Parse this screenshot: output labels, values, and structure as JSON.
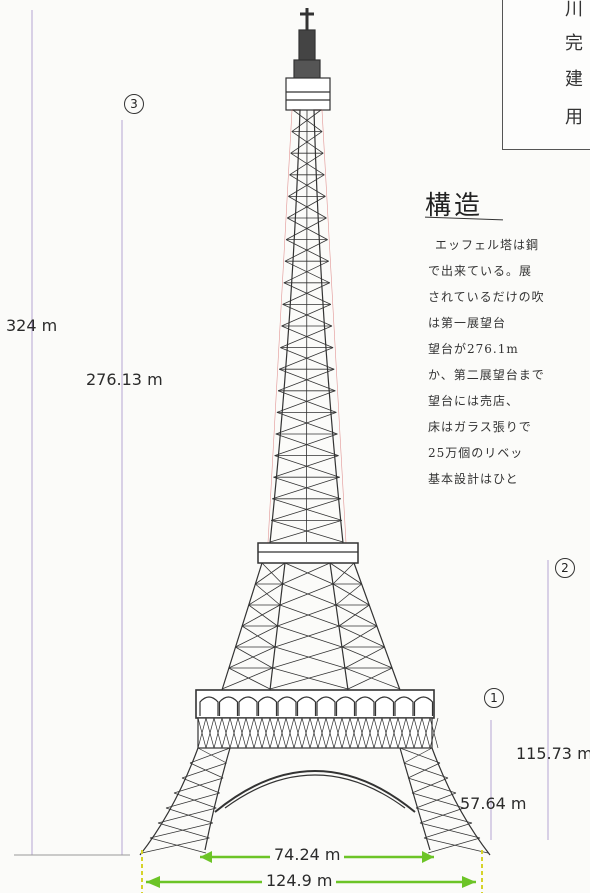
{
  "info_box": {
    "lines": [
      "川",
      "完",
      "建",
      "用"
    ]
  },
  "section": {
    "title": "構造",
    "body": [
      "エッフェル塔は鋼",
      "で出来ている。展",
      "されているだけの吹",
      "は第一展望台",
      "望台が276.1m",
      "か、第二展望台まで",
      "望台には売店、",
      "床はガラス張りで",
      "25万個のリベッ",
      "基本設計はひと"
    ]
  },
  "markers": {
    "m1": "1",
    "m2": "2",
    "m3": "3"
  },
  "heights": {
    "total": "324 m",
    "third": "276.13 m",
    "second": "115.73 m",
    "first": "57.64 m"
  },
  "widths": {
    "inner": "74.24 m",
    "base": "124.9 m"
  },
  "colors": {
    "ink": "#333333",
    "green_arrow": "#6cc427",
    "yellow_tick": "#d6d32a",
    "red_pencil": "#e05a5a",
    "purple_guide": "#b6a6d2"
  }
}
